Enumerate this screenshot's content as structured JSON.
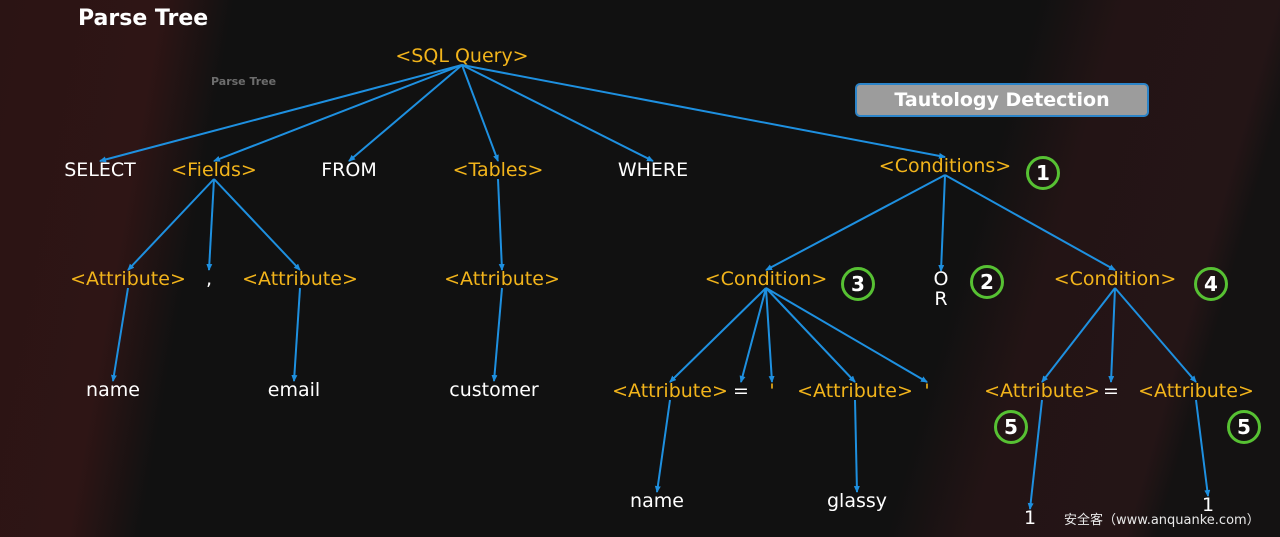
{
  "title": "Parse Tree",
  "subtitle": "Parse Tree",
  "badge": "Tautology Detection",
  "watermark": "安全客（www.anquanke.com）",
  "colors": {
    "nonterminal": "#f2b41b",
    "terminal": "#ffffff",
    "edge": "#1e90e0",
    "step_circle": "#57c133",
    "badge_fill": "#9c9c9c",
    "badge_border": "#2c84c8"
  },
  "nodes": {
    "root": "<SQL Query>",
    "select": "SELECT",
    "fields": "<Fields>",
    "from": "FROM",
    "tables": "<Tables>",
    "where": "WHERE",
    "conditions": "<Conditions>",
    "fields_attr1": "<Attribute>",
    "fields_comma": ",",
    "fields_attr2": "<Attribute>",
    "tables_attr": "<Attribute>",
    "cond_left": "<Condition>",
    "or_o": "O",
    "or_r": "R",
    "cond_right": "<Condition>",
    "name1": "name",
    "email": "email",
    "customer": "customer",
    "cl_attr1": "<Attribute>",
    "cl_eq": "=",
    "cl_quote1": "'",
    "cl_attr2": "<Attribute>",
    "cl_quote2": "'",
    "cr_attr1": "<Attribute>",
    "cr_eq": "=",
    "cr_attr2": "<Attribute>",
    "name2": "name",
    "glassy": "glassy",
    "one1": "1",
    "one2": "1"
  },
  "steps": [
    "1",
    "2",
    "3",
    "4",
    "5",
    "5"
  ],
  "edges": [
    [
      "root",
      "select"
    ],
    [
      "root",
      "fields"
    ],
    [
      "root",
      "from"
    ],
    [
      "root",
      "tables"
    ],
    [
      "root",
      "where"
    ],
    [
      "root",
      "conditions"
    ],
    [
      "fields",
      "fields_attr1"
    ],
    [
      "fields",
      "fields_comma"
    ],
    [
      "fields",
      "fields_attr2"
    ],
    [
      "tables",
      "tables_attr"
    ],
    [
      "conditions",
      "cond_left"
    ],
    [
      "conditions",
      "or_o"
    ],
    [
      "conditions",
      "cond_right"
    ],
    [
      "fields_attr1",
      "name1"
    ],
    [
      "fields_attr2",
      "email"
    ],
    [
      "tables_attr",
      "customer"
    ],
    [
      "cond_left",
      "cl_attr1"
    ],
    [
      "cond_left",
      "cl_eq"
    ],
    [
      "cond_left",
      "cl_quote1"
    ],
    [
      "cond_left",
      "cl_attr2"
    ],
    [
      "cond_left",
      "cl_quote2"
    ],
    [
      "cond_right",
      "cr_attr1"
    ],
    [
      "cond_right",
      "cr_eq"
    ],
    [
      "cond_right",
      "cr_attr2"
    ],
    [
      "cl_attr1",
      "name2"
    ],
    [
      "cl_attr2",
      "glassy"
    ],
    [
      "cr_attr1",
      "one1"
    ],
    [
      "cr_attr2",
      "one2"
    ]
  ]
}
